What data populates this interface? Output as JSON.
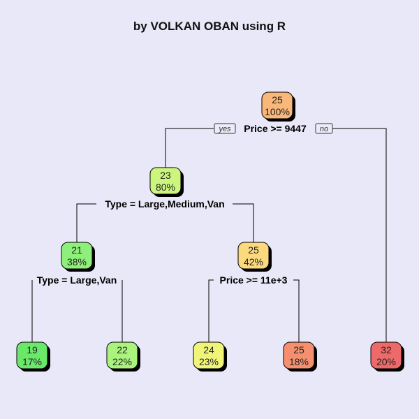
{
  "title": "by VOLKAN OBAN using R",
  "tree": {
    "yes_label": "yes",
    "no_label": "no",
    "nodes": [
      {
        "id": "root",
        "value": "25",
        "pct": "100%",
        "color": "#f9b77a"
      },
      {
        "id": "n1",
        "value": "23",
        "pct": "80%",
        "color": "#ccf57e"
      },
      {
        "id": "n2",
        "value": "21",
        "pct": "38%",
        "color": "#8ef07a"
      },
      {
        "id": "n3",
        "value": "25",
        "pct": "42%",
        "color": "#fbd97c"
      },
      {
        "id": "leaf1",
        "value": "19",
        "pct": "17%",
        "color": "#6ae86a"
      },
      {
        "id": "leaf2",
        "value": "22",
        "pct": "22%",
        "color": "#aaf47e"
      },
      {
        "id": "leaf3",
        "value": "24",
        "pct": "23%",
        "color": "#f0f57a"
      },
      {
        "id": "leaf4",
        "value": "25",
        "pct": "18%",
        "color": "#f58f6e"
      },
      {
        "id": "leaf5",
        "value": "32",
        "pct": "20%",
        "color": "#ee6a6a"
      }
    ],
    "splits": [
      {
        "id": "split-root",
        "label": "Price >= 9447"
      },
      {
        "id": "split-n1",
        "label": "Type = Large,Medium,Van"
      },
      {
        "id": "split-n2",
        "label": "Type = Large,Van"
      },
      {
        "id": "split-n3",
        "label": "Price >= 11e+3"
      }
    ]
  }
}
